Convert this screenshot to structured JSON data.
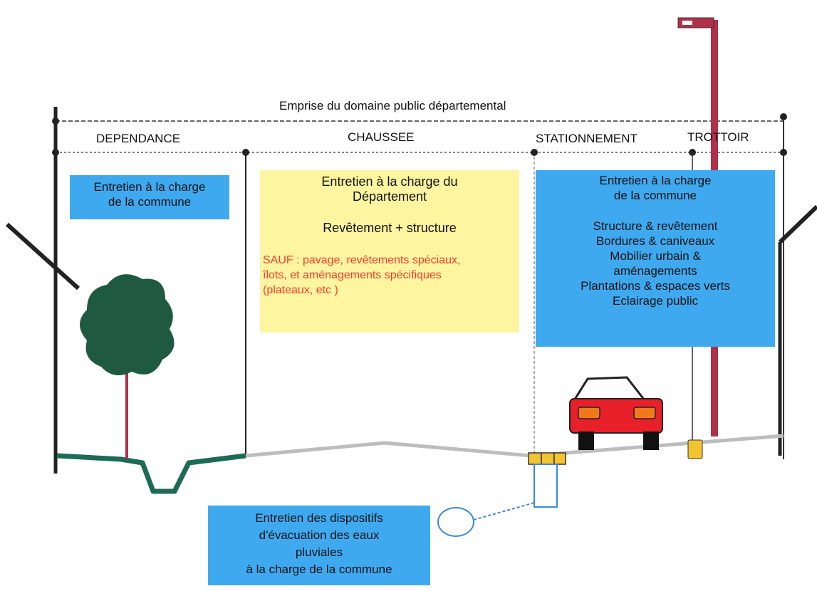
{
  "header": {
    "title": "Emprise du domaine public départemental"
  },
  "zones": {
    "dependance": "DEPENDANCE",
    "chaussee": "CHAUSSEE",
    "stationnement": "STATIONNEMENT",
    "trottoir": "TROTTOIR"
  },
  "boxes": {
    "dependance": {
      "lines": [
        "Entretien à la charge",
        "de la commune"
      ]
    },
    "chaussee": {
      "line1": "Entretien à la charge du",
      "line2": "Département",
      "line3": "Revêtement + structure",
      "except": [
        "SAUF : pavage, revêtements spéciaux,",
        "îlots, et aménagements spécifiques",
        "(plateaux, etc     )"
      ]
    },
    "trottoir": {
      "lines": [
        "Entretien à la charge",
        "de la commune"
      ],
      "items": [
        "Structure & revêtement",
        "Bordures & caniveaux",
        "Mobilier urbain &",
        "aménagements",
        "Plantations & espaces verts",
        "Eclairage public"
      ]
    },
    "evacuation": {
      "lines": [
        "Entretien des dispositifs",
        "d'évacuation des eaux",
        "pluviales",
        "à la charge de la commune"
      ]
    }
  },
  "colors": {
    "blue_box": "#3fa9f0",
    "yellow_box": "#fdf5a0",
    "exception_text": "#ff3b2f",
    "ditch": "#1e6b55",
    "tree": "#1f5a40",
    "pole": "#b0304a",
    "car": "#e8202a",
    "gutter": "#f4c430"
  },
  "icons": [
    "tree-icon",
    "car-icon",
    "street-lamp-icon",
    "drain-pipe-icon"
  ]
}
